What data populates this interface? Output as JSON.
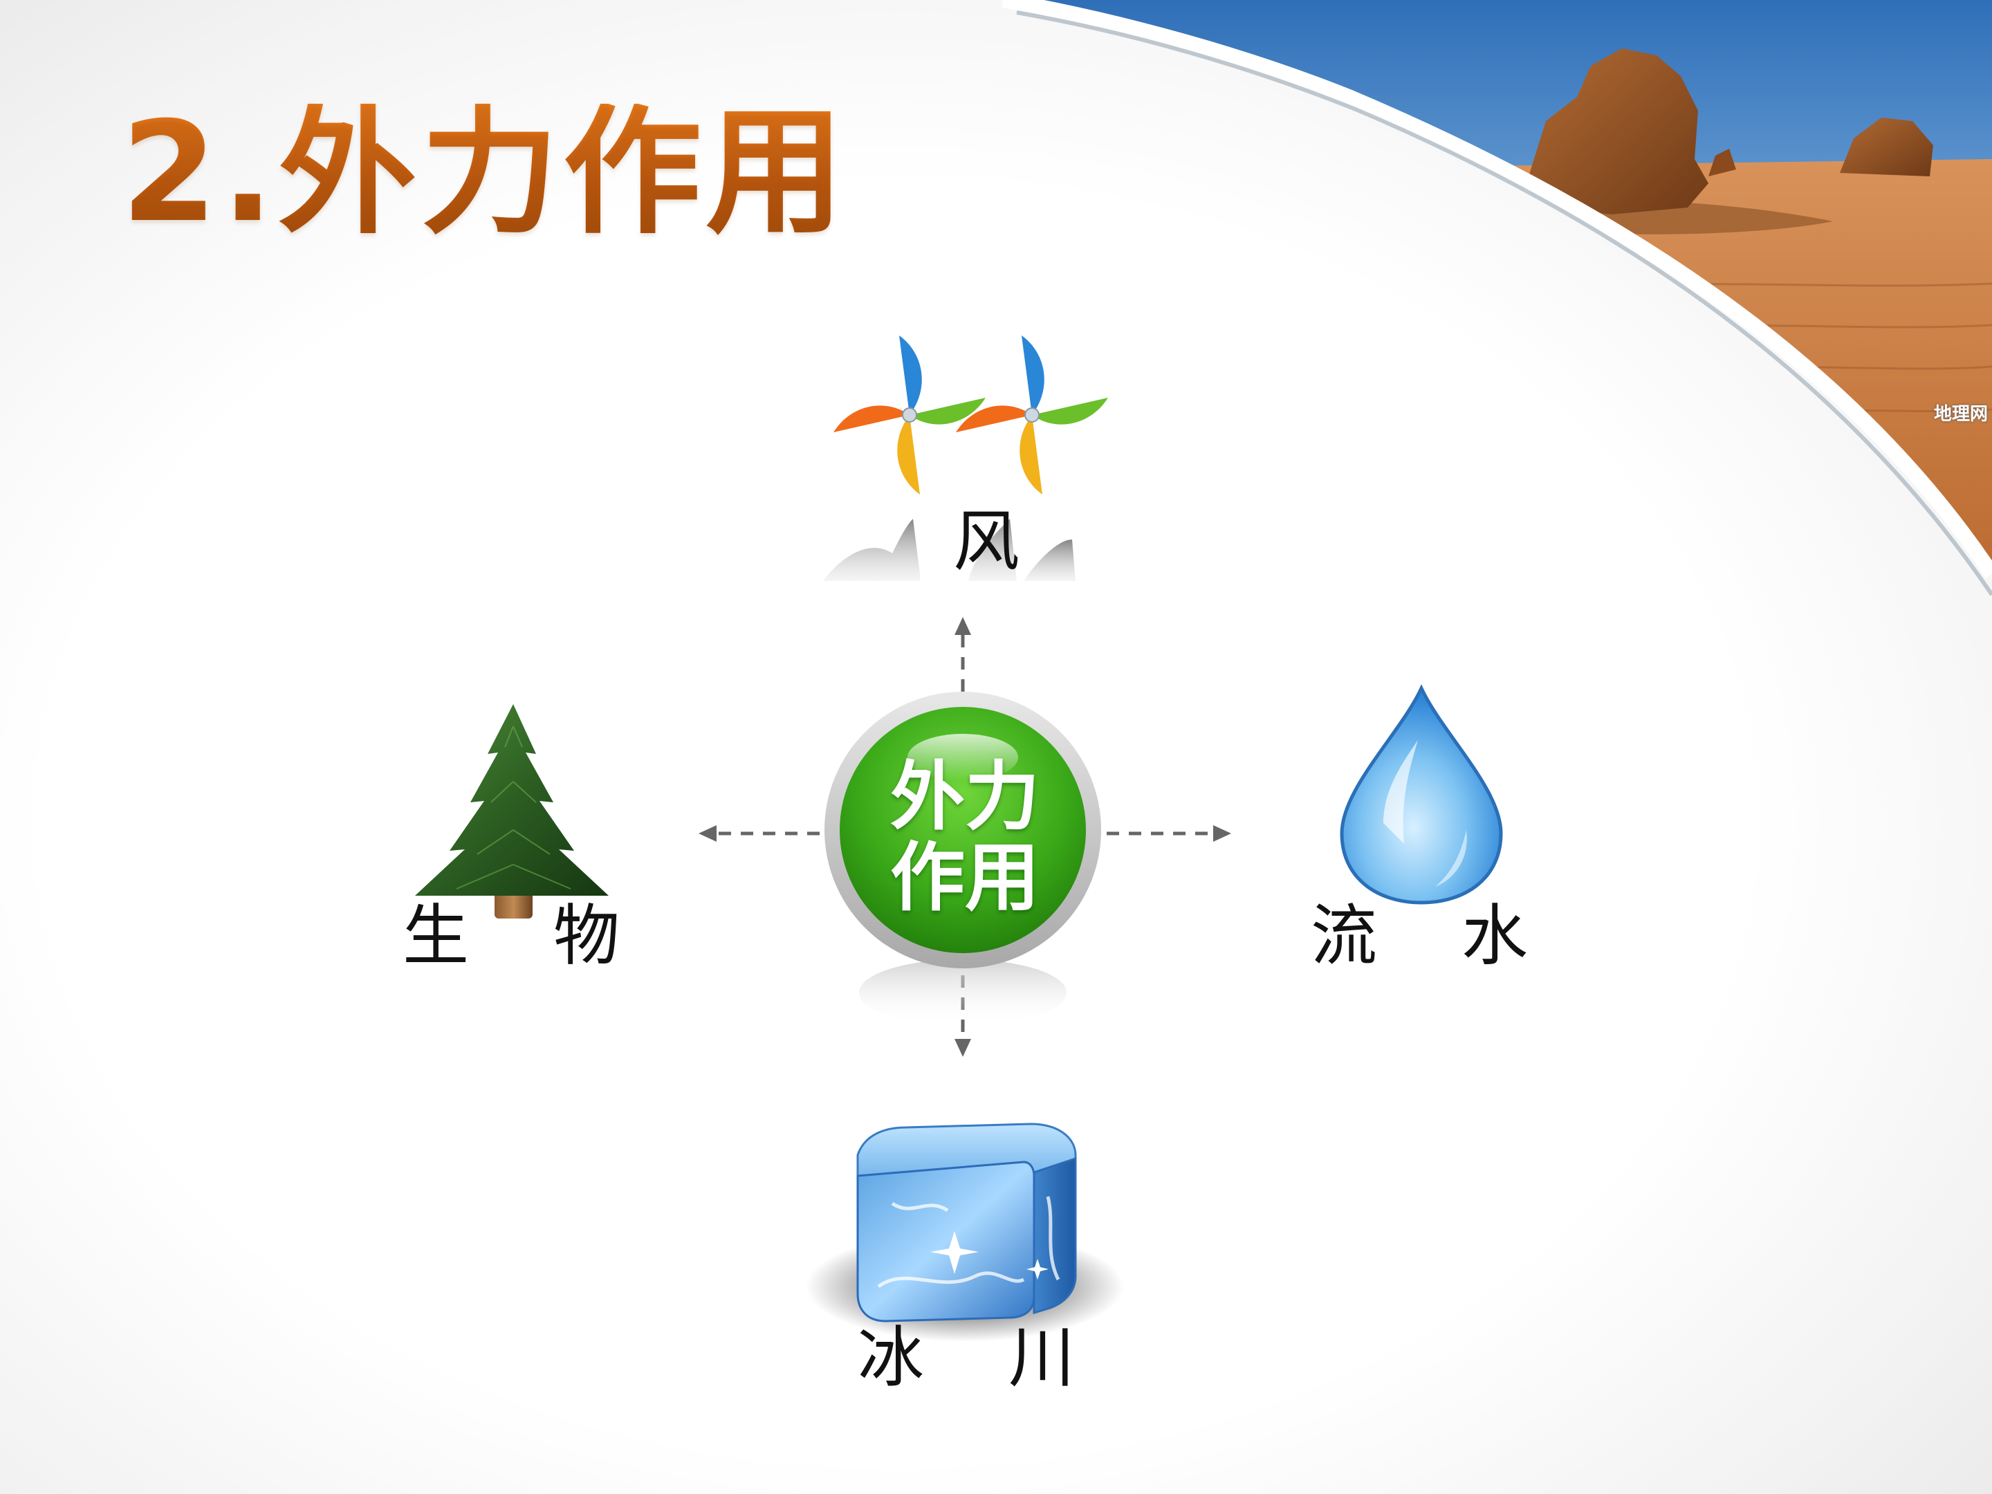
{
  "slide": {
    "title": "2.外力作用",
    "watermark": "地理网"
  },
  "diagram": {
    "center": {
      "line1": "外力",
      "line2": "作用",
      "color": "#3fae1e"
    },
    "nodes": [
      {
        "id": "wind",
        "label": "风",
        "icon": "pinwheel-icon"
      },
      {
        "id": "biology",
        "label": "生    物",
        "icon": "pine-tree-icon"
      },
      {
        "id": "water",
        "label": "流    水",
        "icon": "water-drop-icon"
      },
      {
        "id": "glacier",
        "label": "冰    川",
        "icon": "ice-cube-icon"
      }
    ],
    "title_color": "#c8621a"
  }
}
